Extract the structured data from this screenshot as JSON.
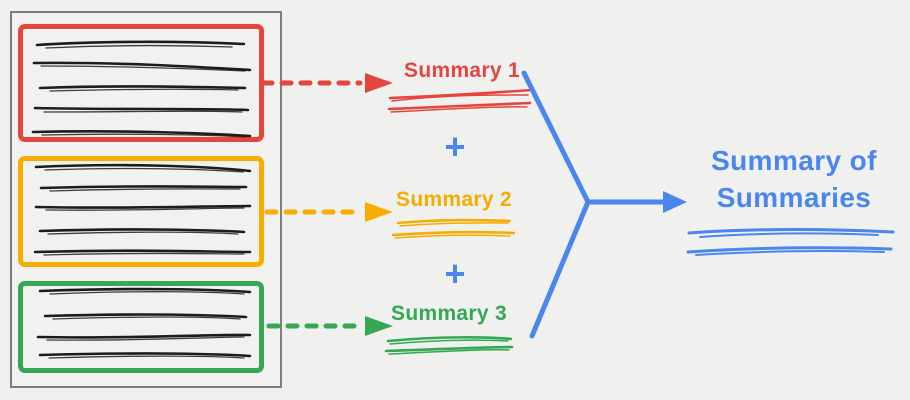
{
  "colors": {
    "background": "#F0F0EE",
    "document_border": "#7E7E7E",
    "ink": "#1C1C1C",
    "red": "#E5453C",
    "yellow": "#F9AB00",
    "green": "#34A853",
    "blue": "#4A86EE"
  },
  "source_document": {
    "chunks": [
      {
        "name": "chunk-1",
        "color": "#E5453C",
        "text_line_count": 5
      },
      {
        "name": "chunk-2",
        "color": "#F9AB00",
        "text_line_count": 5
      },
      {
        "name": "chunk-3",
        "color": "#34A853",
        "text_line_count": 4
      }
    ]
  },
  "summaries": [
    {
      "label": "Summary 1",
      "color": "#E5453C"
    },
    {
      "label": "Summary 2",
      "color": "#F9AB00"
    },
    {
      "label": "Summary 3",
      "color": "#34A853"
    }
  ],
  "operators": {
    "plus": "+"
  },
  "result": {
    "line1": "Summary of",
    "line2": "Summaries",
    "color": "#4A86EE"
  }
}
